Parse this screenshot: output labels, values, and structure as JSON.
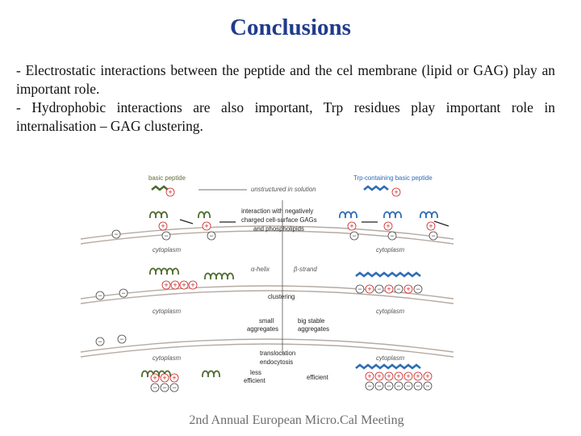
{
  "slide": {
    "title": "Conclusions",
    "paragraphs": [
      "- Electrostatic interactions between the peptide and the cel membrane (lipid or GAG) play an important role.",
      "- Hydrophobic interactions are also important, Trp residues play important role in internalisation – GAG clustering."
    ],
    "footer": "2nd Annual European Micro.Cal Meeting"
  },
  "figure": {
    "header_left": "basic peptide",
    "header_right": "Trp-containing basic peptide",
    "unstructured": "unstructured in solution",
    "interaction": [
      "interaction with negatively",
      "charged cell-surface GAGs",
      "and phospholipids"
    ],
    "cytoplasm": "cytoplasm",
    "alpha_helix": "α-helix",
    "beta_strand": "β-strand",
    "clustering": "clustering",
    "small_aggregates": [
      "small",
      "aggregates"
    ],
    "big_aggregates": [
      "big stable",
      "aggregates"
    ],
    "translocation": [
      "translocation",
      "endocytosis"
    ],
    "less_efficient": [
      "less",
      "efficient"
    ],
    "efficient": "efficient",
    "plus_sign": "+",
    "minus_sign": "−",
    "colors": {
      "title": "#1f3b8c",
      "basic_peptide": "#4f6b2e",
      "trp_peptide": "#2f6db5",
      "positive_charge": "#cc2222",
      "membrane": "#b5aaa2"
    }
  }
}
